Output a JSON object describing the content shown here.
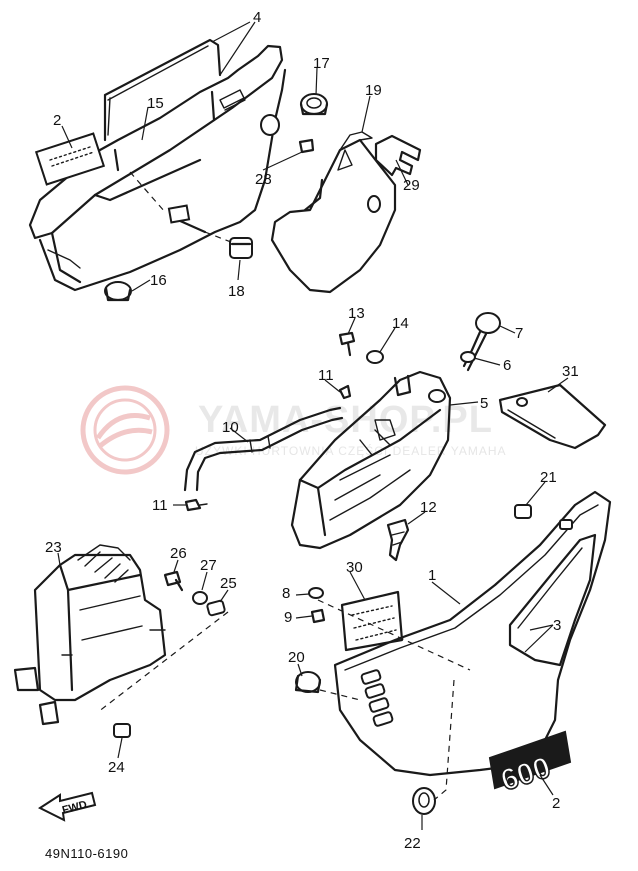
{
  "watermark": {
    "brand": "YAMA-SHOP.PL",
    "tagline": "UŻYWKI HURTOWNIA CZĘŚCI DEALER YAMAHA",
    "color": "#f4d4d4"
  },
  "callouts": [
    "4",
    "2",
    "15",
    "17",
    "19",
    "28",
    "29",
    "16",
    "18",
    "13",
    "14",
    "7",
    "6",
    "11",
    "5",
    "31",
    "10",
    "11",
    "21",
    "12",
    "23",
    "26",
    "27",
    "25",
    "8",
    "30",
    "1",
    "3",
    "9",
    "20",
    "24",
    "2",
    "22"
  ],
  "emblem": {
    "text": "600"
  },
  "fwd_arrow": {
    "label": "FWD"
  },
  "diagram_code": "49N110-6190"
}
